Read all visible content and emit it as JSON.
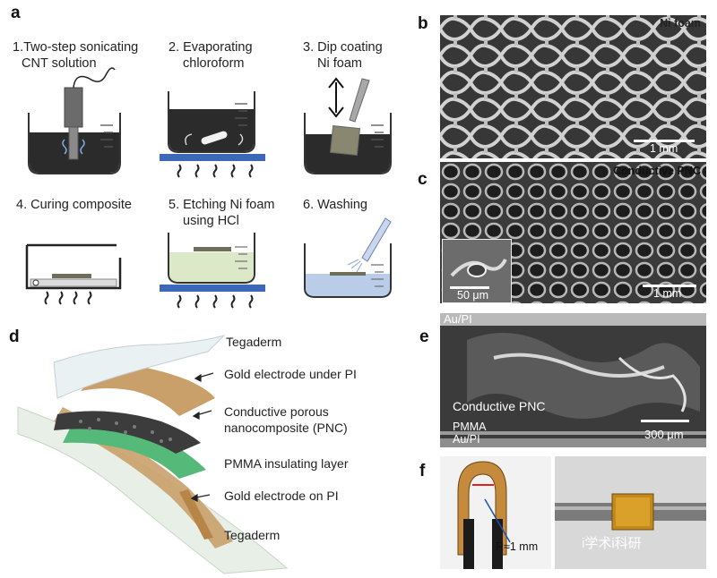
{
  "panels": {
    "a": "a",
    "b": "b",
    "c": "c",
    "d": "d",
    "e": "e",
    "f": "f"
  },
  "steps": [
    {
      "line1": "1.Two-step sonicating",
      "line2": "CNT solution"
    },
    {
      "line1": "2. Evaporating",
      "line2": "chloroform"
    },
    {
      "line1": "3. Dip coating",
      "line2": "Ni foam"
    },
    {
      "line1": "4. Curing composite",
      "line2": ""
    },
    {
      "line1": "5. Etching Ni foam",
      "line2": "using HCl"
    },
    {
      "line1": "6. Washing",
      "line2": ""
    }
  ],
  "panel_b": {
    "title": "Ni foam",
    "scale": "1 mm"
  },
  "panel_c": {
    "title": "Conductive PNC",
    "scale": "1 mm",
    "inset_scale": "50 μm"
  },
  "panel_d": {
    "labels": [
      "Tegaderm",
      "Gold electrode under PI",
      "Conductive porous",
      "nanocomposite (PNC)",
      "PMMA insulating layer",
      "Gold electrode on PI",
      "Tegaderm"
    ]
  },
  "panel_e": {
    "top": "Au/PI",
    "middle": "Conductive PNC",
    "pmma": "PMMA",
    "bottom": "Au/PI",
    "scale": "300 μm"
  },
  "panel_f": {
    "radius": "R≈1 mm",
    "watermark": "i学术i科研"
  },
  "colors": {
    "solution": "#2b2b2b",
    "etch": "#dbe9c8",
    "wash": "#b9cde8",
    "hotplate": "#3d67b8",
    "gold": "#c9a06a",
    "pmma": "#55b97a"
  }
}
